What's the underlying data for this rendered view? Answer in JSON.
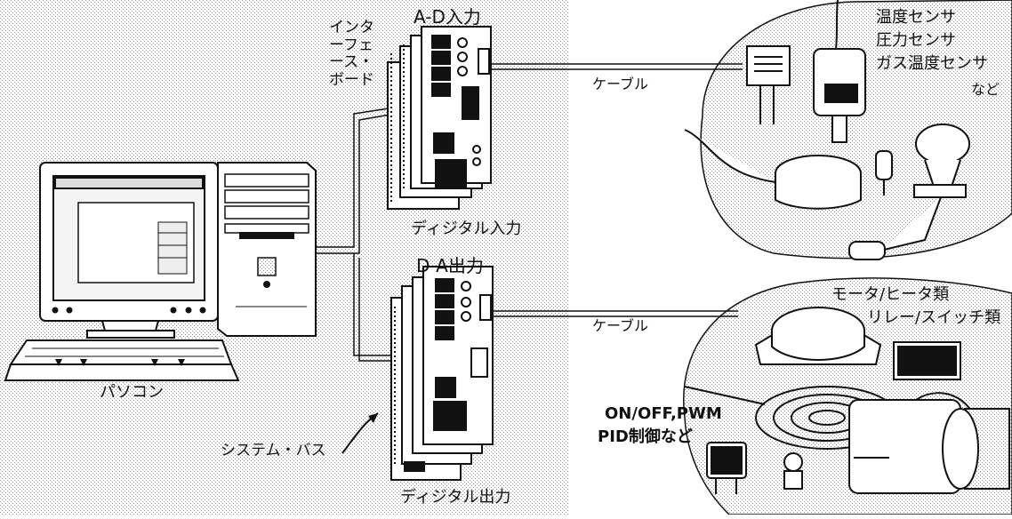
{
  "labels": {
    "interface_board": "インターフェース・ボード",
    "ad_input": "A-D入力",
    "digital_input": "ディジタル入力",
    "da_output": "D-A出力",
    "digital_output": "ディジタル出力",
    "pc": "パソコン",
    "system_bus": "システム・バス",
    "cable_top": "ケーブル",
    "cable_bottom": "ケーブル"
  },
  "sensors": {
    "items": [
      "温度センサ",
      "圧力センサ",
      "ガス温度センサ"
    ],
    "suffix": "など"
  },
  "actuators": {
    "items": [
      "モータ/ヒータ類",
      "リレー/スイッチ類"
    ]
  },
  "control": {
    "line1": "ON/OFF,PWM",
    "line2": "PID制御など"
  },
  "colors": {
    "ink": "#111111",
    "pattern_dot": "#8c8c8c",
    "paper": "#ffffff"
  }
}
